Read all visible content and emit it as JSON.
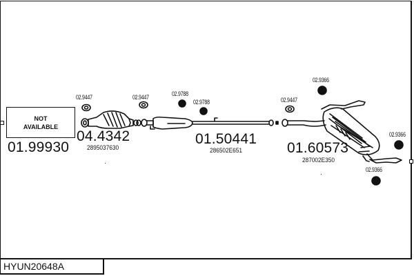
{
  "diagram": {
    "reference": "HYUN20648A",
    "parts": [
      {
        "id": "front-pipe",
        "main_number": "01.99930",
        "placeholder_text": [
          "NOT",
          "AVAILABLE"
        ]
      },
      {
        "id": "catalytic-converter",
        "main_number": "04.4342",
        "oem_number": "2895037630",
        "accessories": [
          {
            "number": "02.9447",
            "type": "gasket"
          }
        ]
      },
      {
        "id": "centre-silencer",
        "main_number": "01.50441",
        "oem_number": "286502E651",
        "accessories": [
          {
            "number": "02.9447",
            "type": "gasket"
          },
          {
            "number": "02.9788",
            "type": "rubber-mount"
          },
          {
            "number": "02.9788",
            "type": "rubber-mount"
          }
        ]
      },
      {
        "id": "rear-silencer",
        "main_number": "01.60573",
        "oem_number": "287002E350",
        "accessories": [
          {
            "number": "02.9447",
            "type": "gasket"
          },
          {
            "number": "02.9366",
            "type": "rubber-mount"
          },
          {
            "number": "02.9366",
            "type": "rubber-mount"
          },
          {
            "number": "02.9366",
            "type": "rubber-mount"
          }
        ]
      }
    ]
  }
}
